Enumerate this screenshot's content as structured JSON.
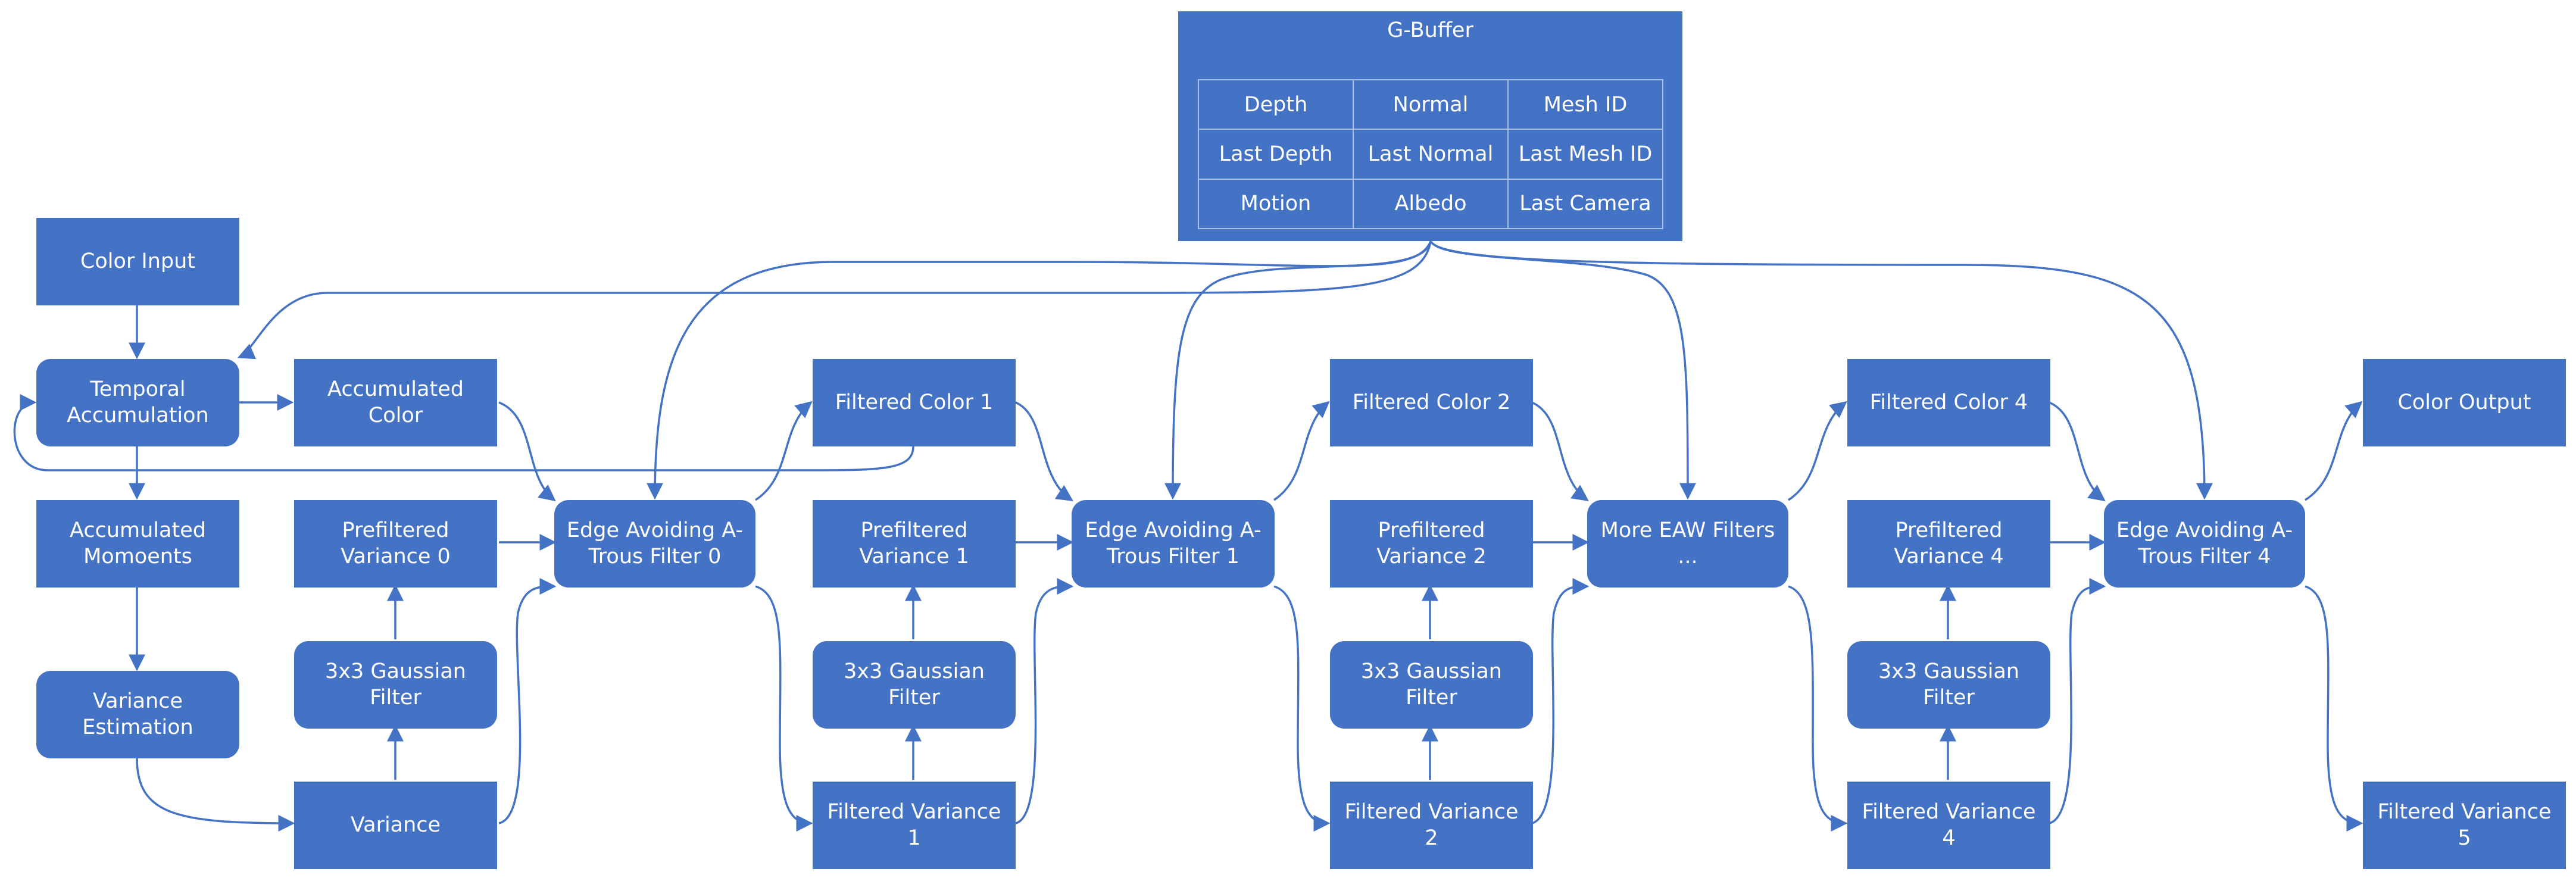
{
  "gbuffer": {
    "title": "G-Buffer",
    "rows": [
      [
        "Depth",
        "Normal",
        "Mesh ID"
      ],
      [
        "Last Depth",
        "Last Normal",
        "Last Mesh ID"
      ],
      [
        "Motion",
        "Albedo",
        "Last Camera"
      ]
    ]
  },
  "nodes": {
    "color_input": "Color Input",
    "temporal_accumulation": "Temporal\nAccumulation",
    "accumulated_color": "Accumulated\nColor",
    "accumulated_moments": "Accumulated\nMomoents",
    "variance_estimation": "Variance\nEstimation",
    "prefiltered_variance_0": "Prefiltered\nVariance 0",
    "gaussian_0": "3x3 Gaussian Filter",
    "variance": "Variance",
    "eaw_0": "Edge Avoiding A-\nTrous Filter 0",
    "filtered_color_1": "Filtered Color 1",
    "prefiltered_variance_1": "Prefiltered\nVariance 1",
    "gaussian_1": "3x3 Gaussian Filter",
    "filtered_variance_1": "Filtered Variance 1",
    "eaw_1": "Edge Avoiding A-\nTrous Filter 1",
    "filtered_color_2": "Filtered Color 2",
    "prefiltered_variance_2": "Prefiltered\nVariance 2",
    "gaussian_2": "3x3 Gaussian Filter",
    "filtered_variance_2": "Filtered Variance 2",
    "more_eaw": "More EAW Filters\n...",
    "filtered_color_4": "Filtered Color 4",
    "prefiltered_variance_4": "Prefiltered\nVariance 4",
    "gaussian_4": "3x3 Gaussian Filter",
    "filtered_variance_4": "Filtered Variance 4",
    "eaw_4": "Edge Avoiding A-\nTrous Filter 4",
    "color_output": "Color Output",
    "filtered_variance_5": "Filtered Variance 5"
  },
  "colors": {
    "node_fill": "#4472C4",
    "edge": "#4472C4",
    "text": "#FFFFFF"
  }
}
